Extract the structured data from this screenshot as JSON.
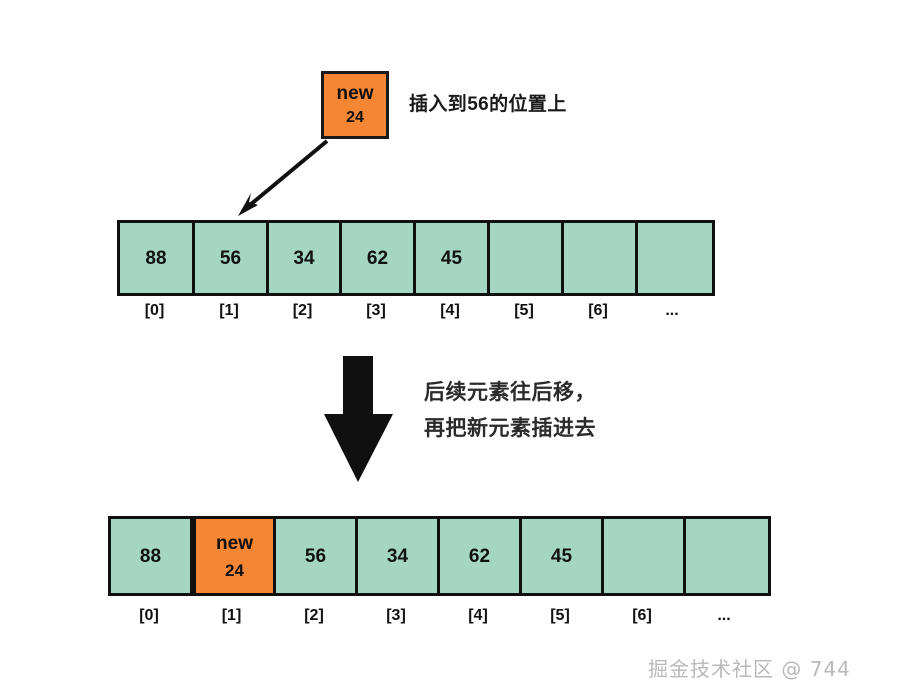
{
  "background_color": "#ffffff",
  "palette": {
    "cell_fill": "#A5D6C4",
    "highlight_fill": "#F58634",
    "stroke": "#101010",
    "text": "#111111",
    "watermark": "#b9b9b9"
  },
  "callout": {
    "label": "new",
    "value": "24",
    "annotation": "插入到56的位置上"
  },
  "transition": {
    "line1": "后续元素往后移，",
    "line2": "再把新元素插进去",
    "arrow_icon": "down-arrow-icon"
  },
  "pointer": {
    "icon": "diagonal-arrow-icon",
    "target_index": "[1]"
  },
  "array_before": {
    "cells": [
      {
        "value": "88",
        "highlight": false,
        "width": 75
      },
      {
        "value": "56",
        "highlight": false,
        "width": 74
      },
      {
        "value": "34",
        "highlight": false,
        "width": 73
      },
      {
        "value": "62",
        "highlight": false,
        "width": 74
      },
      {
        "value": "45",
        "highlight": false,
        "width": 74
      },
      {
        "value": "",
        "highlight": false,
        "width": 74
      },
      {
        "value": "",
        "highlight": false,
        "width": 74
      },
      {
        "value": "",
        "highlight": false,
        "width": 74
      }
    ],
    "indices": [
      {
        "label": "[0]",
        "width": 75
      },
      {
        "label": "[1]",
        "width": 74
      },
      {
        "label": "[2]",
        "width": 73
      },
      {
        "label": "[3]",
        "width": 74
      },
      {
        "label": "[4]",
        "width": 74
      },
      {
        "label": "[5]",
        "width": 74
      },
      {
        "label": "[6]",
        "width": 74
      },
      {
        "label": "...",
        "width": 74
      }
    ]
  },
  "array_after": {
    "cells": [
      {
        "value": "88",
        "highlight": false,
        "width": 82
      },
      {
        "label": "new",
        "value": "24",
        "highlight": true,
        "width": 83
      },
      {
        "value": "56",
        "highlight": false,
        "width": 82
      },
      {
        "value": "34",
        "highlight": false,
        "width": 82
      },
      {
        "value": "62",
        "highlight": false,
        "width": 82
      },
      {
        "value": "45",
        "highlight": false,
        "width": 82
      },
      {
        "value": "",
        "highlight": false,
        "width": 82
      },
      {
        "value": "",
        "highlight": false,
        "width": 82
      }
    ],
    "indices": [
      {
        "label": "[0]",
        "width": 82
      },
      {
        "label": "[1]",
        "width": 83
      },
      {
        "label": "[2]",
        "width": 82
      },
      {
        "label": "[3]",
        "width": 82
      },
      {
        "label": "[4]",
        "width": 82
      },
      {
        "label": "[5]",
        "width": 82
      },
      {
        "label": "[6]",
        "width": 82
      },
      {
        "label": "...",
        "width": 82
      }
    ]
  },
  "watermark": {
    "text": "掘金技术社区 @ 744"
  }
}
